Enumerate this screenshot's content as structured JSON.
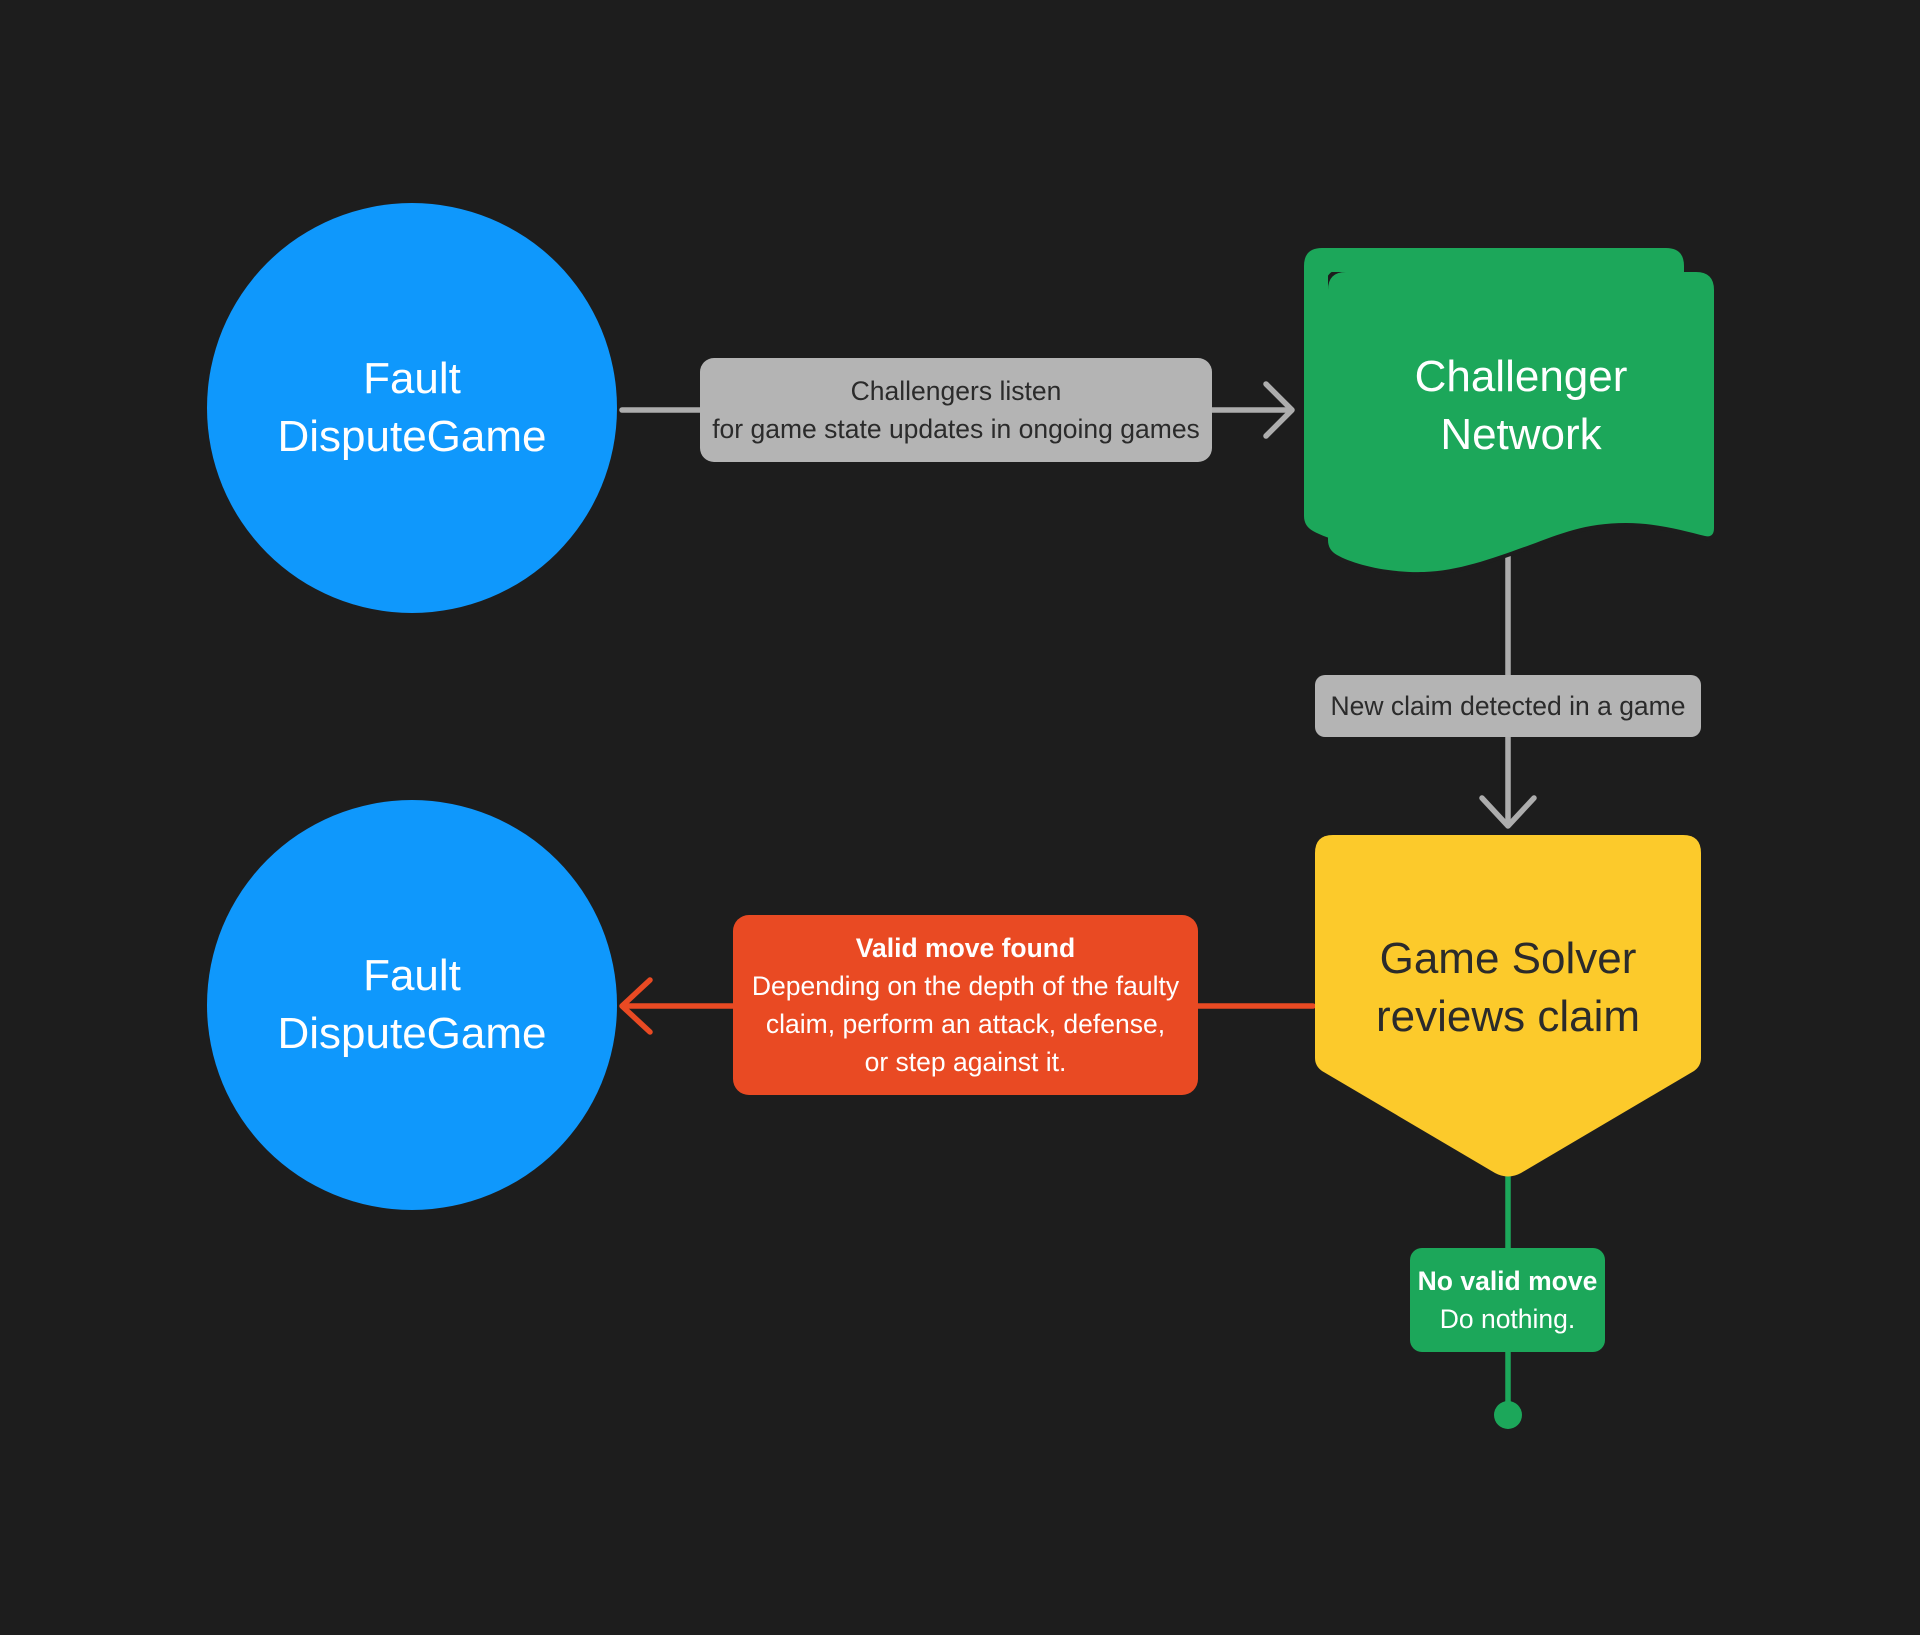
{
  "colors": {
    "background": "#1d1d1d",
    "blue": "#0f98fc",
    "green": "#1ca75a",
    "yellow": "#fcca2b",
    "red": "#e94a23",
    "gray_label_bg": "#b4b4b4",
    "gray_arrow": "#adadad",
    "dark_text": "#2b2b2b",
    "light_text": "#ffffff"
  },
  "nodes": {
    "fault_top": {
      "line1": "Fault",
      "line2": "DisputeGame"
    },
    "challenger_network": {
      "line1": "Challenger",
      "line2": "Network"
    },
    "game_solver": {
      "line1": "Game Solver",
      "line2": "reviews claim"
    },
    "fault_bottom": {
      "line1": "Fault",
      "line2": "DisputeGame"
    }
  },
  "labels": {
    "listen": {
      "line1": "Challengers listen",
      "line2": "for game state updates in ongoing games"
    },
    "new_claim": {
      "text": "New claim detected in a game"
    },
    "valid_move": {
      "title": "Valid move found",
      "line1": "Depending on the depth of the faulty",
      "line2": "claim, perform an attack, defense,",
      "line3": "or step against it."
    },
    "no_valid_move": {
      "title": "No valid move",
      "line1": "Do nothing."
    }
  }
}
